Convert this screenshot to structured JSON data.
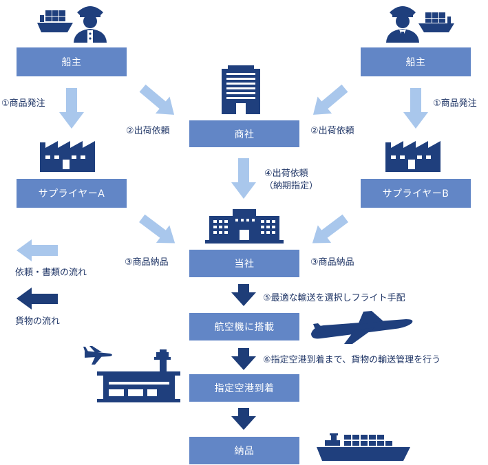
{
  "boxes": {
    "owner_left": "船主",
    "owner_right": "船主",
    "trading": "商社",
    "supplier_a": "サプライヤーA",
    "supplier_b": "サプライヤーB",
    "company": "当社",
    "loading": "航空機に搭載",
    "arrival": "指定空港到着",
    "delivery": "納品"
  },
  "labels": {
    "order_left": "①商品発注",
    "order_right": "①商品発注",
    "request_left": "②出荷依頼",
    "request_right": "②出荷依頼",
    "request_delivery_line1": "④出荷依頼",
    "request_delivery_line2": "（納期指定）",
    "goods_left": "③商品納品",
    "goods_right": "③商品納品",
    "step5": "⑤最適な輸送を選択しフライト手配",
    "step6": "⑥指定空港到着まで、貨物の輸送管理を行う"
  },
  "legend": {
    "request_flow": "依頼・書類の流れ",
    "cargo_flow": "貨物の流れ"
  },
  "colors": {
    "box_fill": "#6286c6",
    "light_arrow": "#a9c7ec",
    "dark_arrow": "#1e3d78",
    "icon_navy": "#1f3f7d"
  }
}
